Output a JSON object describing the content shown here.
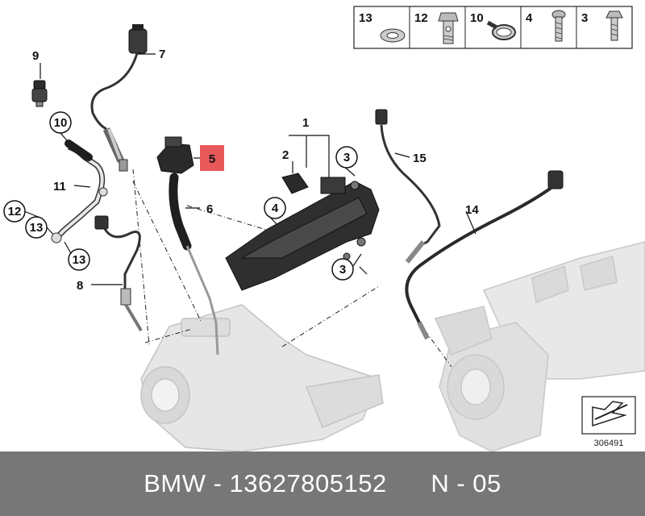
{
  "legend_parts": [
    {
      "number": "13",
      "icon": "washer-icon"
    },
    {
      "number": "12",
      "icon": "hollow-bolt-icon"
    },
    {
      "number": "10",
      "icon": "hose-clamp-icon"
    },
    {
      "number": "4",
      "icon": "screw-icon"
    },
    {
      "number": "3",
      "icon": "bolt-icon"
    }
  ],
  "callouts": {
    "c1": "1",
    "c2": "2",
    "c3a": "3",
    "c3b": "3",
    "c4": "4",
    "c5": "5",
    "c6": "6",
    "c7": "7",
    "c8": "8",
    "c9": "9",
    "c10": "10",
    "c11": "11",
    "c12": "12",
    "c13a": "13",
    "c13b": "13",
    "c14": "14",
    "c15": "15"
  },
  "highlight_color": "#e8585a",
  "diagram_number": "306491",
  "footer": {
    "brand": "BMW",
    "part_number": "13627805152",
    "position": "N - 05"
  }
}
